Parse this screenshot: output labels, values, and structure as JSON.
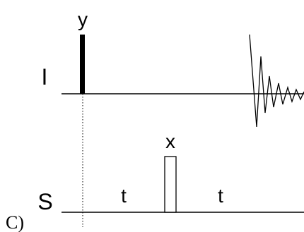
{
  "panel_label": "C)",
  "channels": {
    "I": {
      "label": "I",
      "pulse_phase": "y"
    },
    "S": {
      "label": "S",
      "pulse_phase": "x",
      "delay_before": "t",
      "delay_after": "t"
    }
  },
  "colors": {
    "line": "#000000",
    "background": "#ffffff"
  }
}
